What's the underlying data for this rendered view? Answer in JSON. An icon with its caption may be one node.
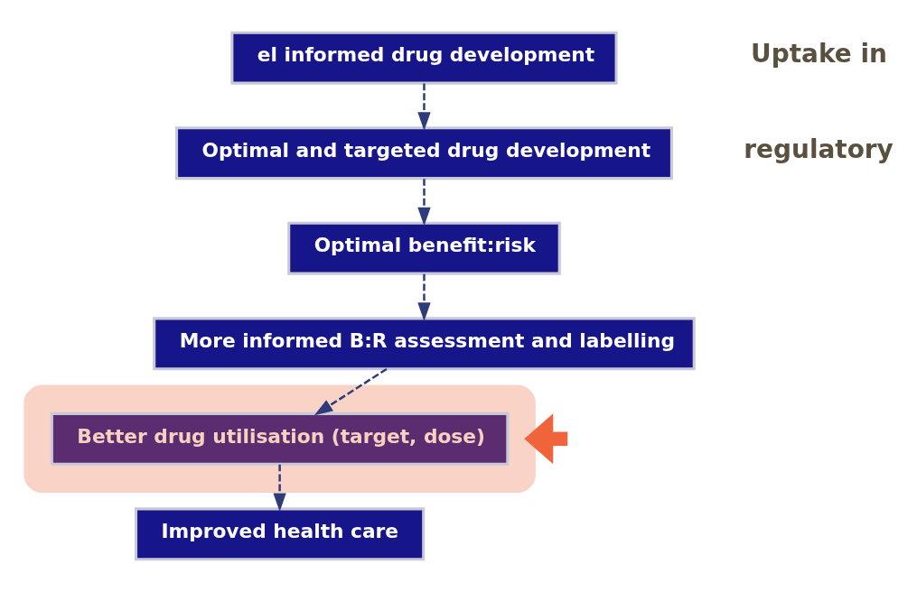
{
  "diagram": {
    "nodes": [
      {
        "text": [
          "el informed drug development"
        ]
      },
      {
        "text": [
          "Optimal and targeted drug development"
        ]
      },
      {
        "text": [
          "Optimal benefit:risk"
        ]
      },
      {
        "text": [
          "More informed B:R assessment and labelling"
        ]
      },
      {
        "text": [],
        "shape": "box"
      },
      {
        "text": [
          "Better drug utilisation (target, dose)"
        ],
        "in": 4
      },
      {
        "text": [
          "Improved health care"
        ]
      }
    ],
    "edges": [
      {
        "from": 0,
        "to": 1,
        "arrow": "to",
        "style": "dashed"
      },
      {
        "from": 1,
        "to": 2,
        "arrow": "to",
        "style": "dashed"
      },
      {
        "from": 2,
        "to": 3,
        "arrow": "to",
        "style": "dashed"
      },
      {
        "from": 3,
        "to": 5,
        "arrow": "to",
        "style": "dashed"
      },
      {
        "from": 5,
        "to": 6,
        "arrow": "to",
        "style": "dashed"
      },
      {
        "from": null,
        "to": 4,
        "arrow": "to",
        "style": "thick",
        "color": "#f0643c"
      }
    ],
    "labels": [
      "Uptake in",
      "regulatory"
    ]
  }
}
